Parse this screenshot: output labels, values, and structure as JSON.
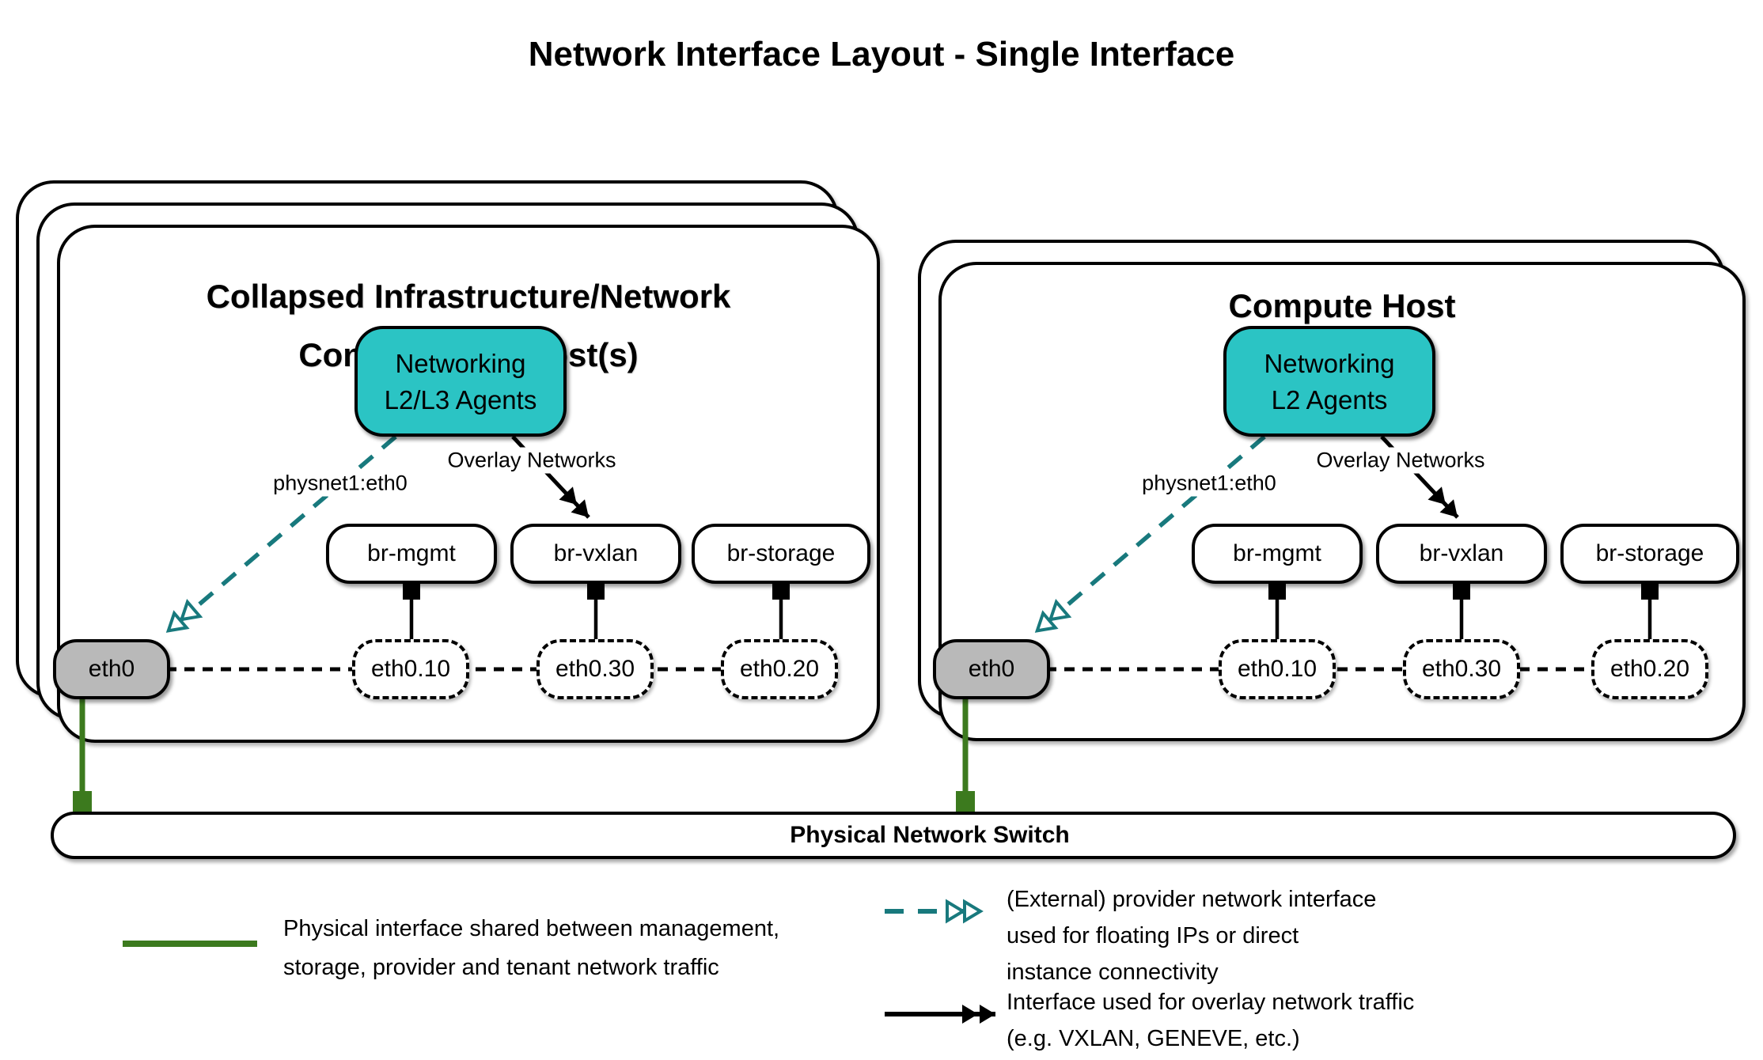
{
  "title": "Network Interface Layout - Single Interface",
  "hosts": [
    {
      "name_line1": "Collapsed Infrastructure/Network",
      "name_line2": "Control Plane Host(s)",
      "agent_line1": "Networking",
      "agent_line2": "L2/L3 Agents",
      "provider_link_label": "physnet1:eth0",
      "overlay_link_label": "Overlay Networks",
      "bridges": [
        "br-mgmt",
        "br-vxlan",
        "br-storage"
      ],
      "interfaces": [
        "eth0",
        "eth0.10",
        "eth0.30",
        "eth0.20"
      ]
    },
    {
      "name_line1": "Compute Host",
      "name_line2": "",
      "agent_line1": "Networking",
      "agent_line2": "L2 Agents",
      "provider_link_label": "physnet1:eth0",
      "overlay_link_label": "Overlay Networks",
      "bridges": [
        "br-mgmt",
        "br-vxlan",
        "br-storage"
      ],
      "interfaces": [
        "eth0",
        "eth0.10",
        "eth0.30",
        "eth0.20"
      ]
    }
  ],
  "switch_label": "Physical Network Switch",
  "legend": {
    "physical": {
      "lines": [
        "Physical interface shared between management,",
        "storage, provider and tenant network traffic"
      ]
    },
    "provider": {
      "lines": [
        "(External) provider network interface",
        "used for floating IPs or direct",
        "instance connectivity"
      ]
    },
    "overlay": {
      "lines": [
        "Interface used for overlay network traffic",
        "(e.g. VXLAN, GENEVE, etc.)"
      ]
    }
  },
  "colors": {
    "agent_fill": "#2bc4c4",
    "provider_line": "#18797d",
    "physical_line": "#3c7a1e",
    "interface_fill": "#b9b9b9"
  }
}
